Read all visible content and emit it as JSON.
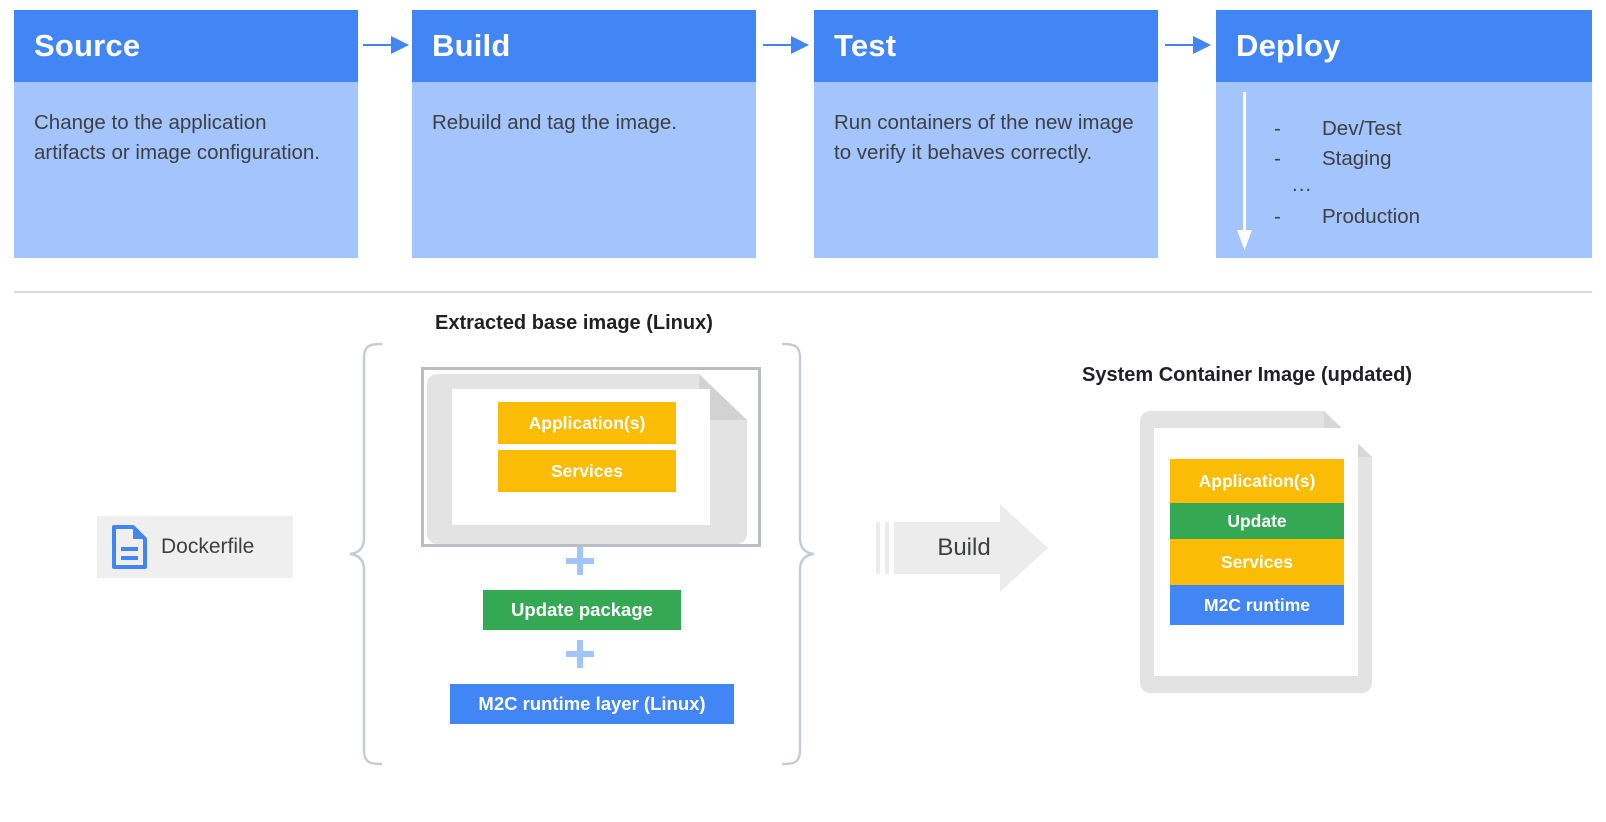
{
  "pipeline": {
    "stages": [
      {
        "id": "source",
        "title": "Source",
        "description": "Change to the application artifacts or image configuration."
      },
      {
        "id": "build",
        "title": "Build",
        "description": "Rebuild and tag the image."
      },
      {
        "id": "test",
        "title": "Test",
        "description": "Run containers of the new image to verify it behaves correctly."
      },
      {
        "id": "deploy",
        "title": "Deploy",
        "description": "",
        "environments": [
          {
            "marker": "-",
            "label": "Dev/Test"
          },
          {
            "marker": "-",
            "label": "Staging"
          },
          {
            "marker": "...",
            "label": ""
          },
          {
            "marker": "-",
            "label": "Production"
          }
        ]
      }
    ],
    "arrow_icon": "arrow-right-icon"
  },
  "build_diagram": {
    "source_caption": "Extracted base image (Linux)",
    "result_caption": "System Container Image (updated)",
    "dockerfile": {
      "label": "Dockerfile",
      "icon": "document-icon"
    },
    "build_action": {
      "label": "Build",
      "icon": "arrow-right-icon"
    },
    "base_image_layers": [
      {
        "label": "Application(s)",
        "color": "#FBBC05"
      },
      {
        "label": "Services",
        "color": "#FBBC05"
      }
    ],
    "addends": [
      {
        "label": "Update package",
        "color": "#34A853"
      },
      {
        "label": "M2C runtime layer (Linux)",
        "color": "#4285F4"
      }
    ],
    "plus_symbol": "+",
    "result_layers": [
      {
        "label": "Application(s)",
        "color": "#FBBC05"
      },
      {
        "label": "Update",
        "color": "#34A853"
      },
      {
        "label": "Services",
        "color": "#FBBC05"
      },
      {
        "label": "M2C runtime",
        "color": "#4285F4"
      }
    ]
  },
  "colors": {
    "header_blue": "#4285F4",
    "body_blue": "#A4C4FD",
    "amber": "#FBBC05",
    "green": "#34A853",
    "blue": "#4285F4",
    "plus_blue": "#A3C3FB",
    "doc_gray": "#E3E3E3",
    "frame_gray": "#B9BEC4",
    "divider": "#D3DAE3",
    "text": "#3C4043"
  }
}
